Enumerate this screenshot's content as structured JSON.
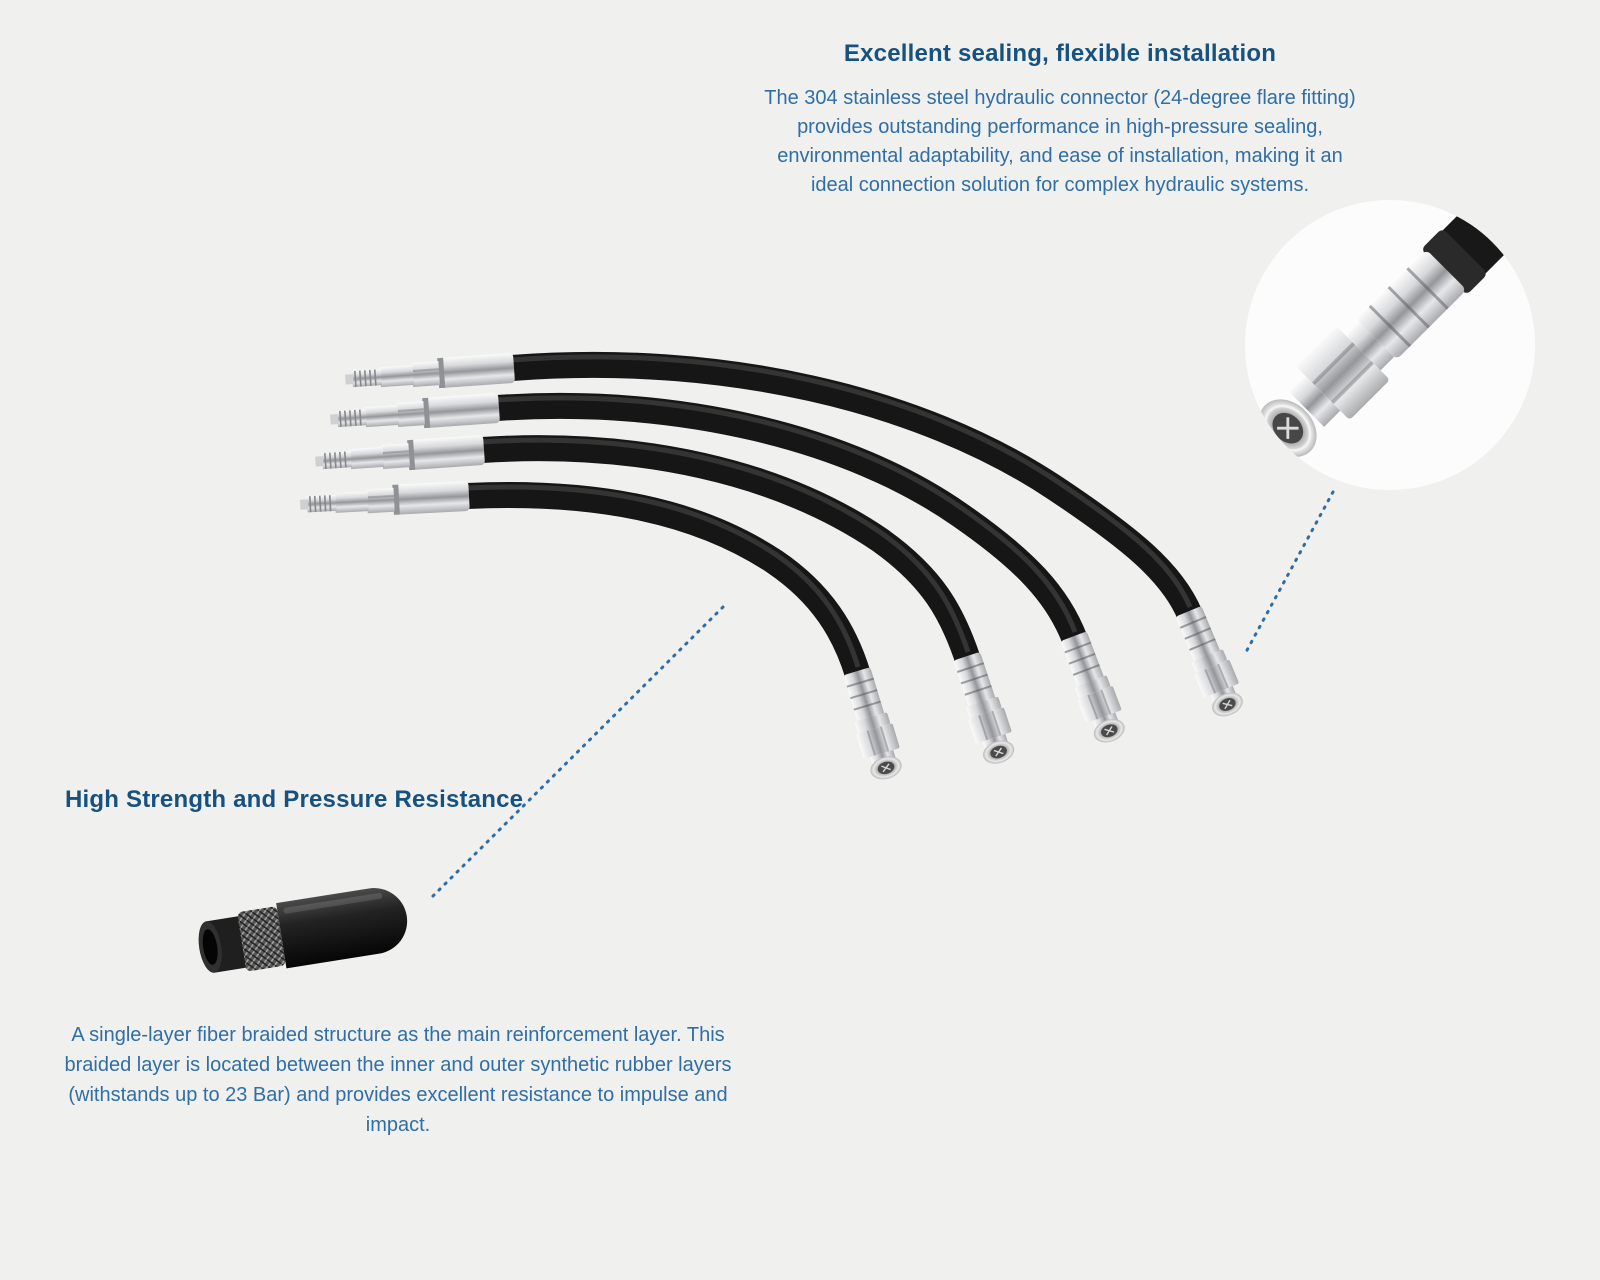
{
  "colors": {
    "background": "#f0f0ee",
    "heading": "#17517f",
    "body": "#2f6ea6",
    "callout": "#2e6da4"
  },
  "sections": {
    "sealing": {
      "heading": "Excellent sealing, flexible installation",
      "body": "The 304 stainless steel hydraulic connector (24-degree flare fitting) provides outstanding performance in high-pressure sealing, environmental adaptability, and ease of installation, making it an ideal connection solution for complex hydraulic systems."
    },
    "strength": {
      "heading": "High Strength and Pressure Resistance",
      "body": "A single-layer fiber braided structure as the main reinforcement layer. This braided layer is located between the inner and outer synthetic rubber layers (withstands up to 23 Bar) and provides excellent resistance to impulse and impact."
    }
  },
  "images": {
    "hose_assembly": "four hydraulic hoses with stainless steel connectors",
    "connector_detail": "close-up of 24-degree flare fitting stainless connector",
    "hose_section": "hose cutaway showing fiber braided reinforcement layer"
  }
}
